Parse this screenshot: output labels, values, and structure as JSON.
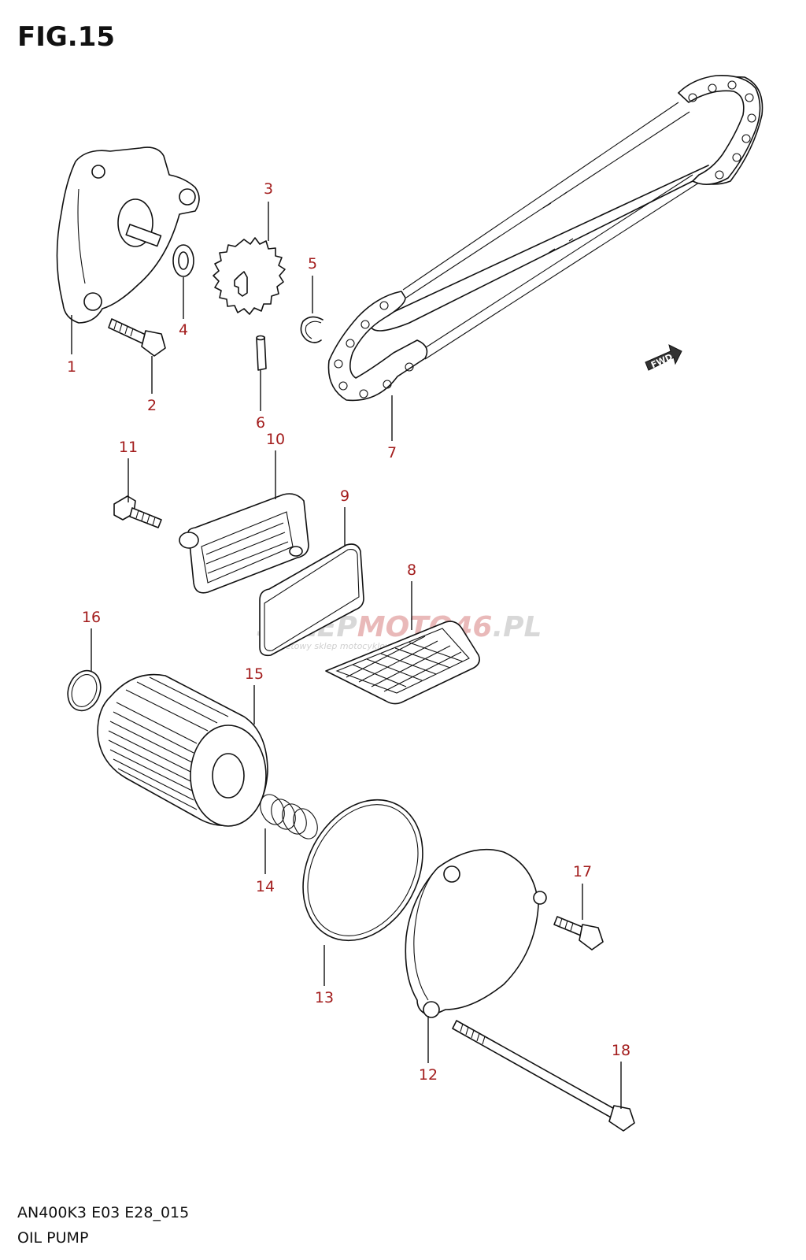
{
  "figure": {
    "title": "FIG.15",
    "model_code": "AN400K3 E03 E28_015",
    "caption": "OIL PUMP",
    "direction_label": "FWD"
  },
  "watermark": {
    "brand_left": "SKLEP",
    "brand_mid": "MOTO",
    "brand_num": "46",
    "brand_tld": ".PL",
    "tagline": "internetowy sklep motocyklowy"
  },
  "callouts": [
    {
      "id": "c1",
      "number": "1"
    },
    {
      "id": "c2",
      "number": "2"
    },
    {
      "id": "c3",
      "number": "3"
    },
    {
      "id": "c4",
      "number": "4"
    },
    {
      "id": "c5",
      "number": "5"
    },
    {
      "id": "c6",
      "number": "6"
    },
    {
      "id": "c7",
      "number": "7"
    },
    {
      "id": "c8",
      "number": "8"
    },
    {
      "id": "c9",
      "number": "9"
    },
    {
      "id": "c10",
      "number": "10"
    },
    {
      "id": "c11",
      "number": "11"
    },
    {
      "id": "c12",
      "number": "12"
    },
    {
      "id": "c13",
      "number": "13"
    },
    {
      "id": "c14",
      "number": "14"
    },
    {
      "id": "c15",
      "number": "15"
    },
    {
      "id": "c16",
      "number": "16"
    },
    {
      "id": "c17",
      "number": "17"
    },
    {
      "id": "c18",
      "number": "18"
    }
  ],
  "colors": {
    "callout_text": "#a31d1d",
    "line_art": "#111111",
    "watermark_red": "#e8b0b0",
    "watermark_gray": "#d8d8d8"
  }
}
